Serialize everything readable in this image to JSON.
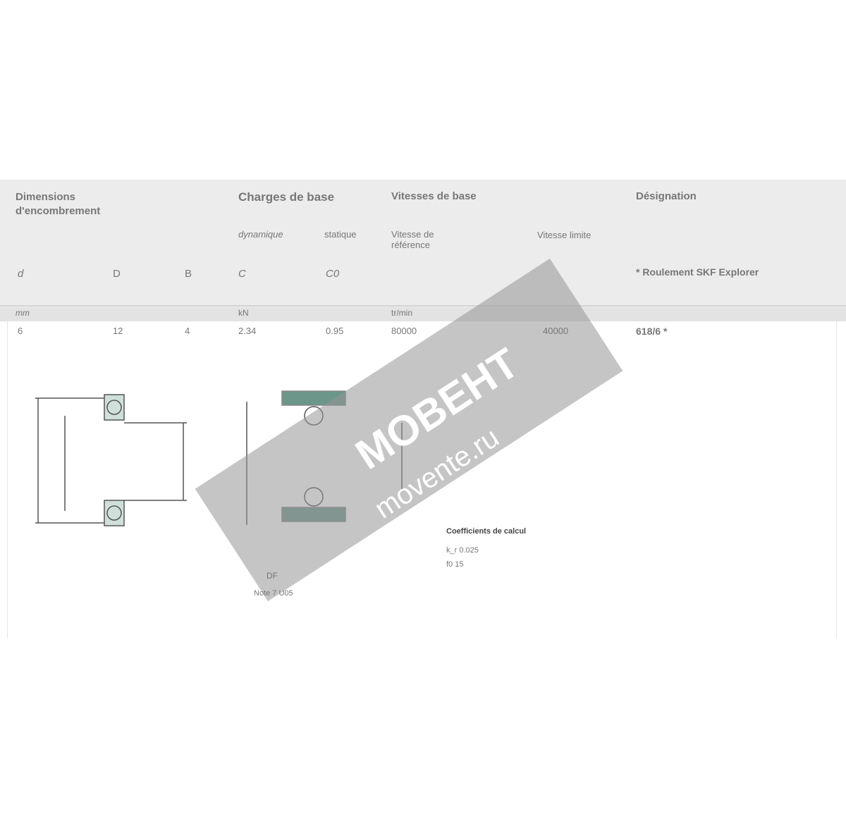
{
  "headers": {
    "dimensions": "Dimensions d'encombrement",
    "loads": "Charges de base",
    "speeds": "Vitesses de base",
    "designation": "Désignation",
    "dynamic": "dynamique",
    "static": "statique",
    "ref_speed": "Vitesse de référence",
    "limit_speed": "Vitesse limite",
    "note": "* Roulement SKF Explorer",
    "d": "d",
    "D": "D",
    "B": "B",
    "C": "C",
    "C0": "C0"
  },
  "units": {
    "mm": "mm",
    "kN": "kN",
    "rpm": "tr/min"
  },
  "row": {
    "d": "6",
    "D": "12",
    "B": "4",
    "C": "2.34",
    "C0": "0.95",
    "ref_speed": "80000",
    "limit_speed": "40000",
    "designation": "618/6 *"
  },
  "calc": {
    "title": "Coefficients de calcul",
    "k": "k_r 0.025",
    "f0": "f0 15"
  },
  "drawing": {
    "label": "DF",
    "note": "Note 7 U05"
  },
  "watermark": {
    "brand": "МОВЕНТ",
    "url": "movente.ru"
  }
}
